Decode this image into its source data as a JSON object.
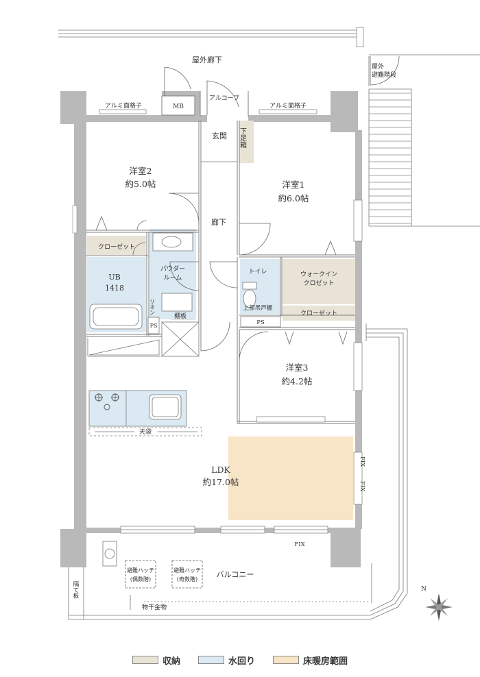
{
  "rooms": {
    "outdoor_corridor": "屋外廊下",
    "emergency_stairs_line1": "屋外",
    "emergency_stairs_line2": "避難階段",
    "mb": "MB",
    "alcove": "アルコーブ",
    "alumi_lattice_left": "アルミ面格子",
    "alumi_lattice_right": "アルミ面格子",
    "entrance": "玄関",
    "shoe_box": "下足箱",
    "western2_name": "洋室2",
    "western2_size": "約5.0帖",
    "western1_name": "洋室1",
    "western1_size": "約6.0帖",
    "hallway": "廊下",
    "closet_left": "クローゼット",
    "powder_line1": "パウダー",
    "powder_line2": "ルーム",
    "ub_line1": "UB",
    "ub_line2": "1418",
    "linen": "リネン",
    "shelf_board": "棚板",
    "ps_left": "PS",
    "toilet": "トイレ",
    "upper_cabinet": "上部吊戸棚",
    "ps_right": "PS",
    "walkin_line1": "ウォークイン",
    "walkin_line2": "クロゼット",
    "closet_right": "クローゼット",
    "western3_name": "洋室3",
    "western3_size": "約4.2帖",
    "ceiling_cabinet": "天袋",
    "ldk_name": "LDK",
    "ldk_size": "約17.0帖",
    "fix_upper": "FIX",
    "fix_lower": "FIX",
    "fix_bottom": "FIX",
    "hatch1_line1": "避難ハッチ",
    "hatch1_line2": "(偶数階)",
    "hatch2_line1": "避難ハッチ",
    "hatch2_line2": "(奇数階)",
    "balcony": "バルコニー",
    "partition_board": "隔て板",
    "clothes_hanger": "物干金物",
    "north": "N"
  },
  "legend": [
    {
      "label": "収納",
      "color": "#e9e3d6"
    },
    {
      "label": "水回り",
      "color": "#dbe9f3"
    },
    {
      "label": "床暖房範囲",
      "color": "#f8e4c6"
    }
  ],
  "colors": {
    "wall": "#b9b9b9",
    "storage": "#e9e3d6",
    "water": "#dbe9f3",
    "heat": "#f8e4c6"
  }
}
